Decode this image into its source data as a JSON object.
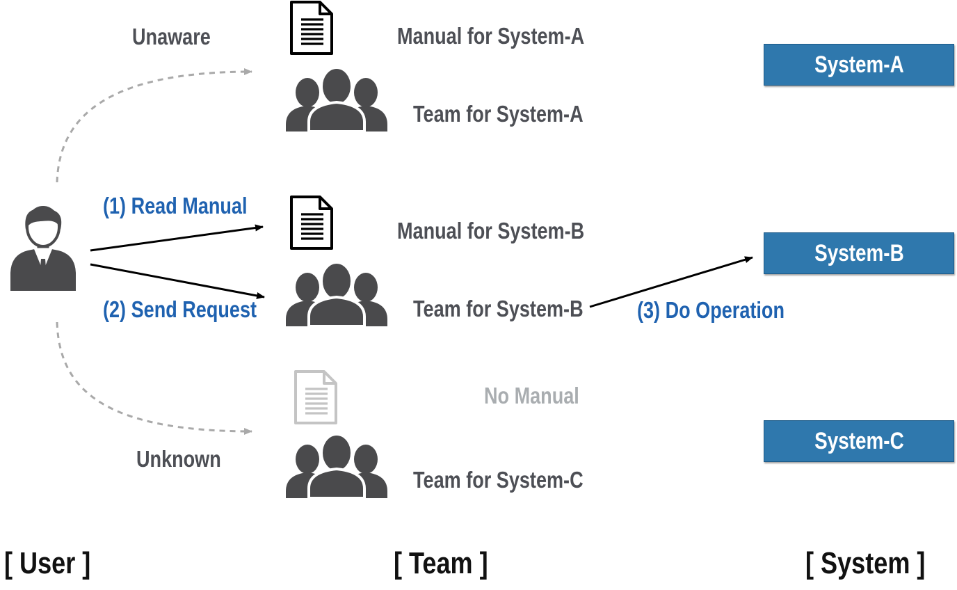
{
  "columns": {
    "user": "[ User ]",
    "team": "[ Team ]",
    "system": "[ System ]"
  },
  "user_links": {
    "unaware": "Unaware",
    "unknown": "Unknown",
    "read_manual": "(1) Read Manual",
    "send_request": "(2) Send Request",
    "do_operation": "(3) Do Operation"
  },
  "teams": [
    {
      "manual": "Manual for System-A",
      "team": "Team for System-A"
    },
    {
      "manual": "Manual for System-B",
      "team": "Team for System-B"
    },
    {
      "manual": "No Manual",
      "team": "Team for System-C"
    }
  ],
  "systems": [
    "System-A",
    "System-B",
    "System-C"
  ],
  "colors": {
    "label_dark": "#4d4f55",
    "label_blue": "#1f62b0",
    "label_faint": "#a9adb0",
    "system_box": "#2f78ad",
    "icon_dark": "#4a4a4c"
  },
  "icons": {
    "user": "user-icon",
    "team": "team-icon",
    "document": "document-icon"
  }
}
